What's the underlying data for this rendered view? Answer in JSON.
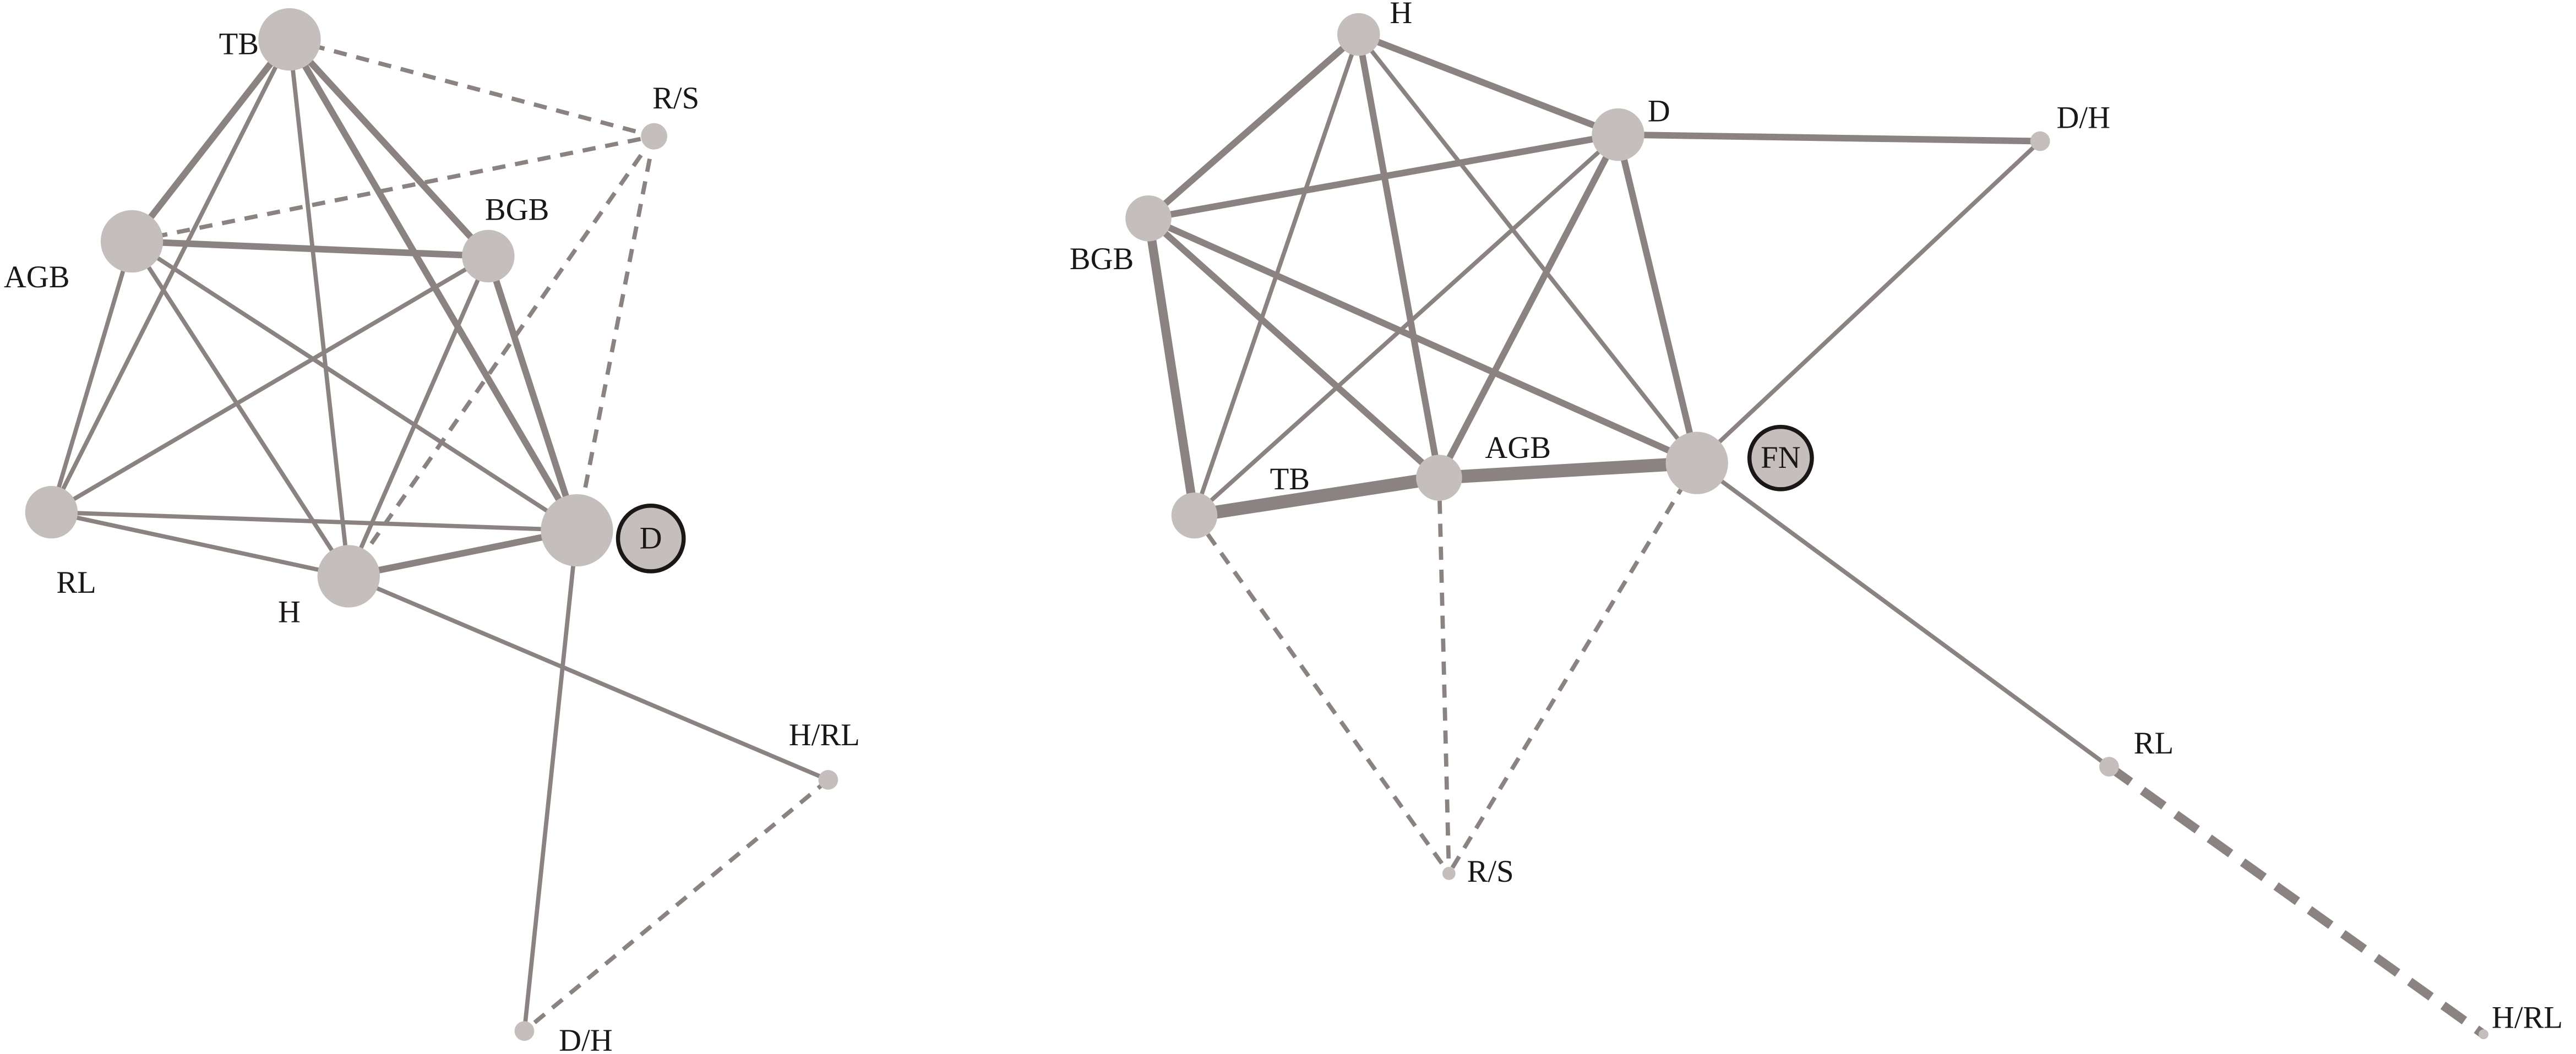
{
  "colors": {
    "node": "#c4bfbd",
    "edge": "#8a8381",
    "text": "#1a1716",
    "highlight_border": "#1a1716"
  },
  "networks": [
    {
      "id": "left",
      "highlight_label": "D",
      "nodes": [
        "TB",
        "R/S",
        "AGB",
        "BGB",
        "RL",
        "D",
        "H",
        "H/RL",
        "D/H"
      ],
      "edges": [
        [
          "TB",
          "AGB",
          "solid",
          2
        ],
        [
          "TB",
          "RL",
          "solid",
          1
        ],
        [
          "TB",
          "H",
          "solid",
          1
        ],
        [
          "TB",
          "BGB",
          "solid",
          2
        ],
        [
          "TB",
          "D",
          "solid",
          2
        ],
        [
          "AGB",
          "BGB",
          "solid",
          2
        ],
        [
          "AGB",
          "RL",
          "solid",
          1
        ],
        [
          "AGB",
          "H",
          "solid",
          1
        ],
        [
          "AGB",
          "D",
          "solid",
          1
        ],
        [
          "BGB",
          "RL",
          "solid",
          1
        ],
        [
          "BGB",
          "H",
          "solid",
          1
        ],
        [
          "BGB",
          "D",
          "solid",
          2
        ],
        [
          "RL",
          "H",
          "solid",
          1
        ],
        [
          "RL",
          "D",
          "solid",
          1
        ],
        [
          "H",
          "D",
          "solid",
          2
        ],
        [
          "H",
          "H/RL",
          "solid",
          1
        ],
        [
          "D",
          "D/H",
          "solid",
          1
        ],
        [
          "TB",
          "R/S",
          "dashed",
          1
        ],
        [
          "AGB",
          "R/S",
          "dashed",
          1
        ],
        [
          "R/S",
          "H",
          "dashed",
          1
        ],
        [
          "R/S",
          "D",
          "dashed",
          1
        ],
        [
          "H/RL",
          "D/H",
          "dashed",
          1
        ]
      ]
    },
    {
      "id": "right",
      "highlight_label": "FN",
      "nodes": [
        "H",
        "D",
        "D/H",
        "BGB",
        "TB",
        "AGB",
        "FN",
        "RL",
        "R/S",
        "H/RL"
      ],
      "edges": [
        [
          "H",
          "D",
          "solid",
          2
        ],
        [
          "H",
          "BGB",
          "solid",
          2
        ],
        [
          "H",
          "TB",
          "solid",
          1
        ],
        [
          "H",
          "AGB",
          "solid",
          2
        ],
        [
          "H",
          "FN",
          "solid",
          1
        ],
        [
          "D",
          "BGB",
          "solid",
          2
        ],
        [
          "D",
          "TB",
          "solid",
          1
        ],
        [
          "D",
          "AGB",
          "solid",
          2
        ],
        [
          "D",
          "FN",
          "solid",
          2
        ],
        [
          "D",
          "D/H",
          "solid",
          2
        ],
        [
          "BGB",
          "TB",
          "solid",
          3
        ],
        [
          "BGB",
          "AGB",
          "solid",
          2
        ],
        [
          "BGB",
          "FN",
          "solid",
          2
        ],
        [
          "TB",
          "AGB",
          "solid",
          4
        ],
        [
          "AGB",
          "FN",
          "solid",
          4
        ],
        [
          "FN",
          "D/H",
          "solid",
          1
        ],
        [
          "FN",
          "RL",
          "solid",
          1
        ],
        [
          "TB",
          "R/S",
          "dashed",
          1
        ],
        [
          "AGB",
          "R/S",
          "dashed",
          1
        ],
        [
          "FN",
          "R/S",
          "dashed",
          1
        ],
        [
          "RL",
          "H/RL",
          "dashed",
          3
        ]
      ]
    }
  ]
}
